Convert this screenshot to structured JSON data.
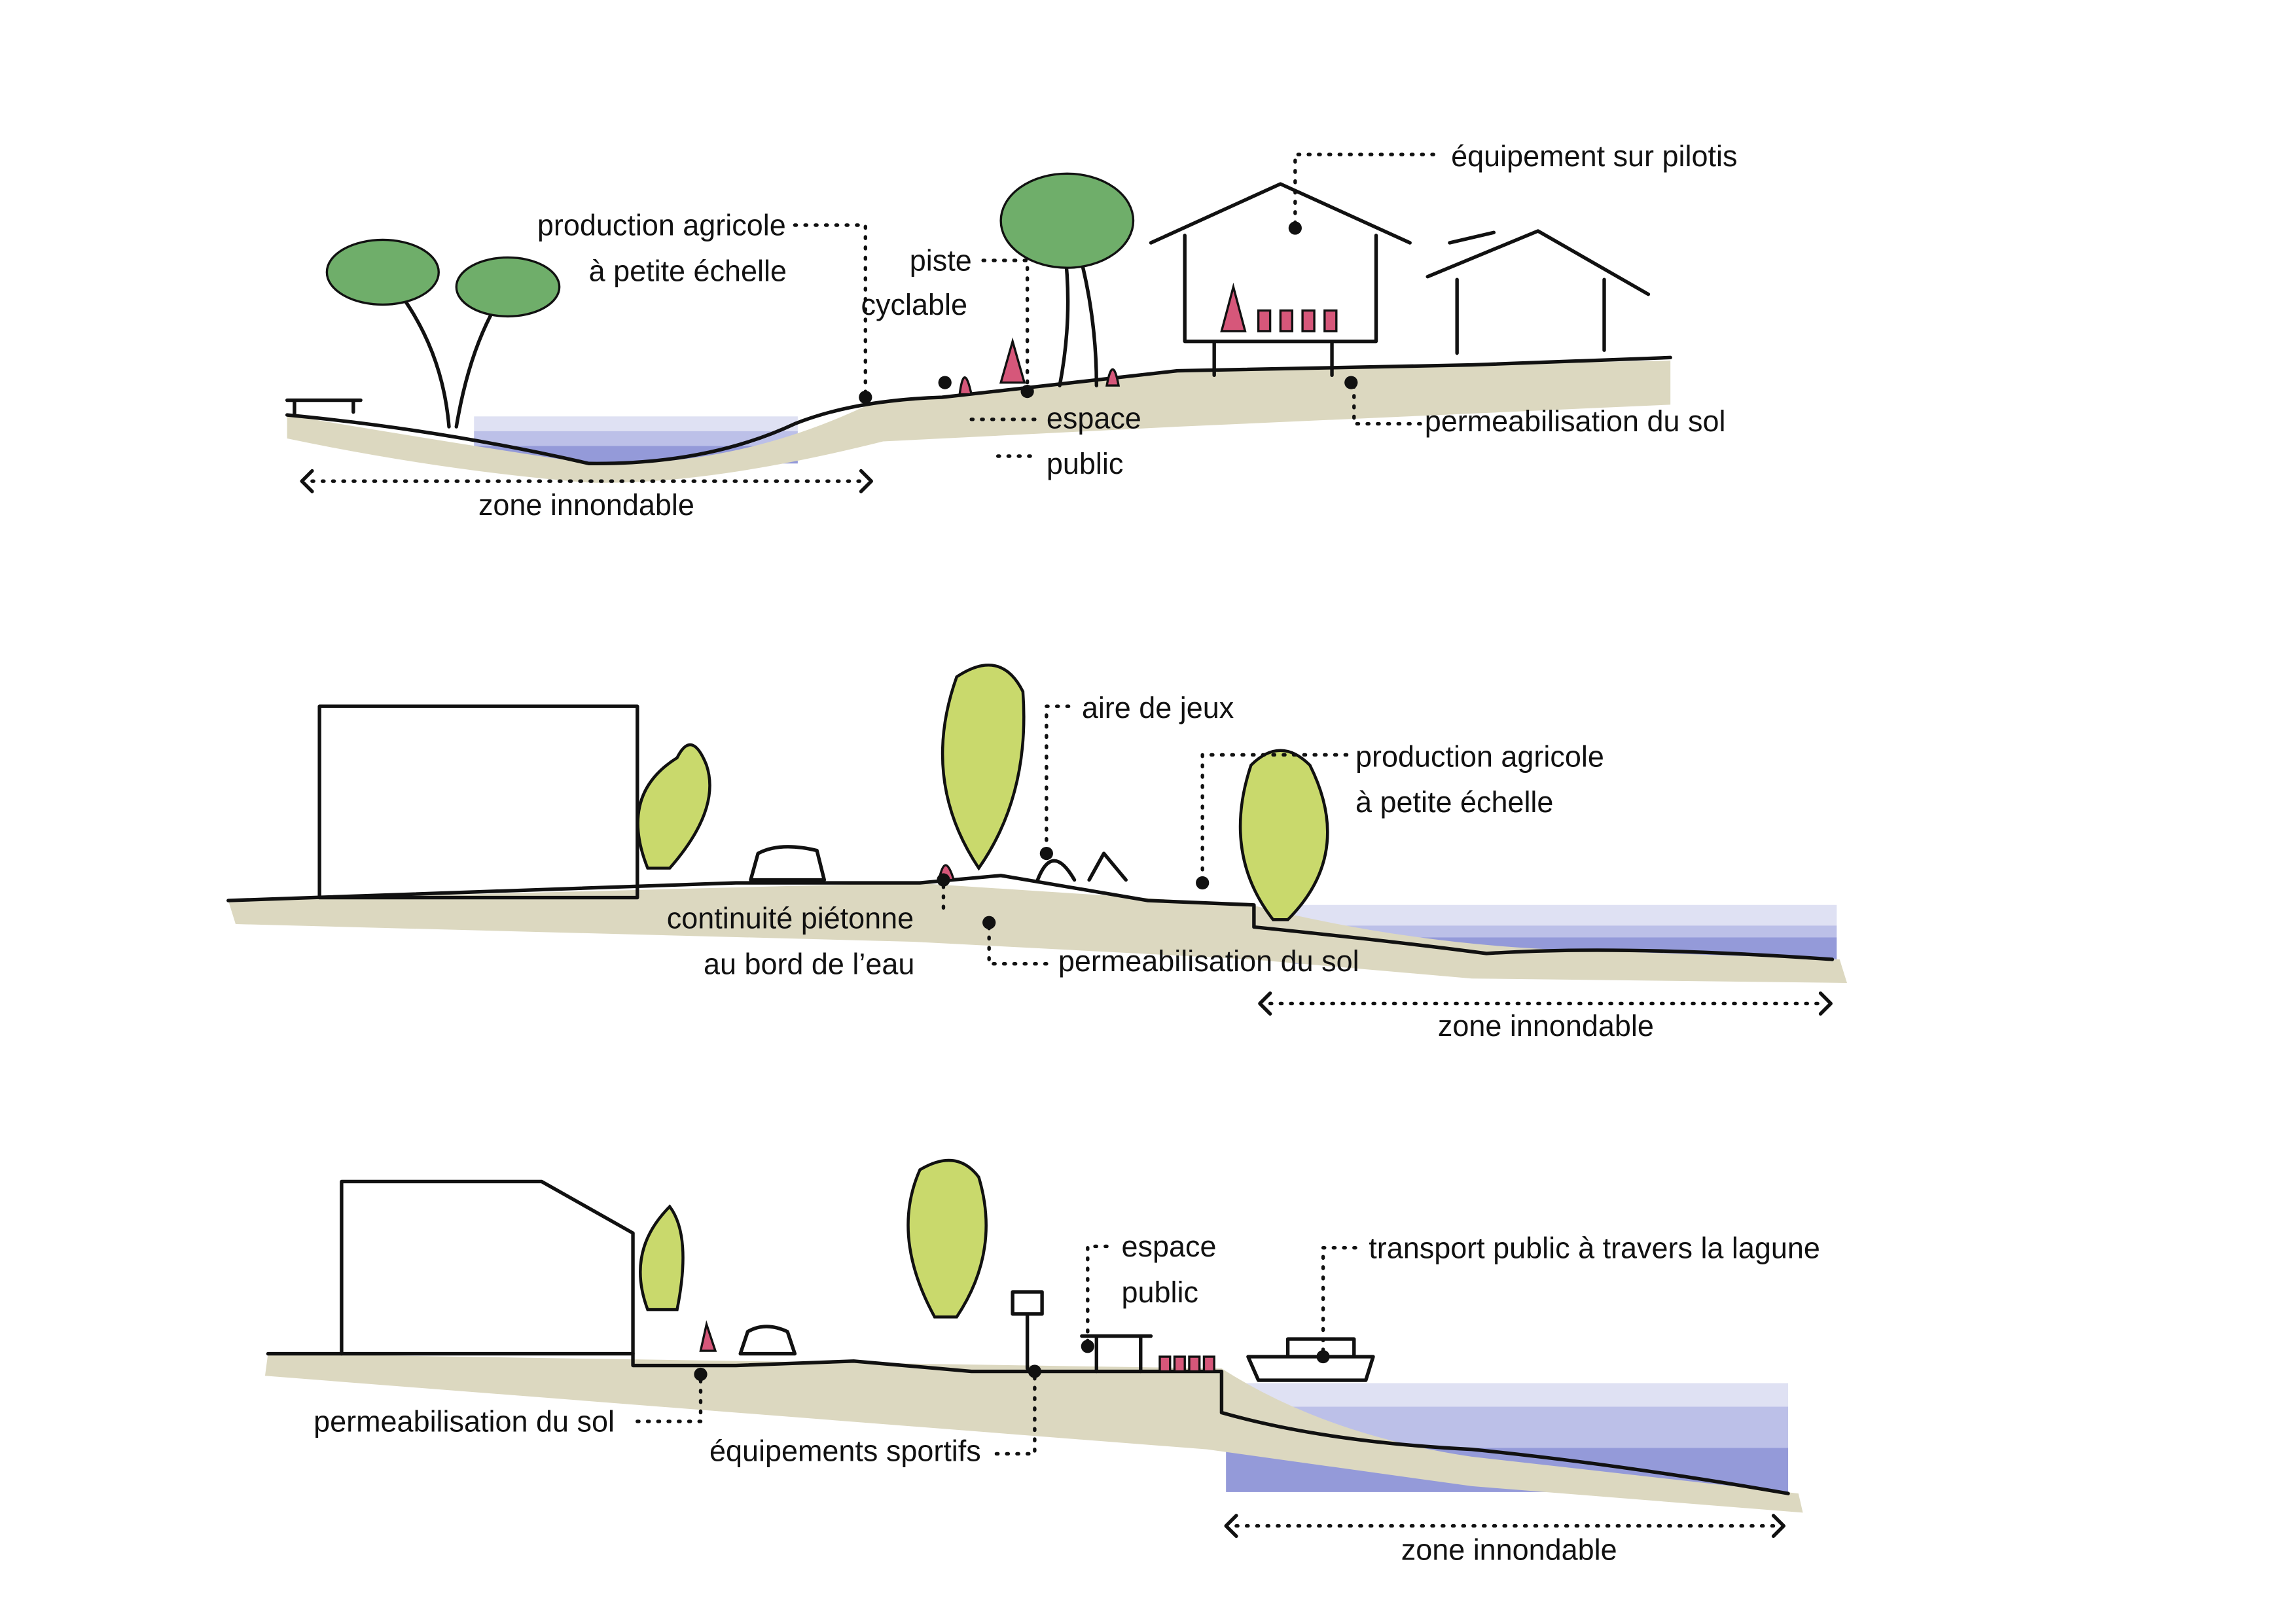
{
  "colors": {
    "ground": "#dcd8c0",
    "water_light": "#dfe1f3",
    "water_mid": "#bcc0e8",
    "water_deep": "#949ad9",
    "foliage": "#c9d96c",
    "palm": "#6fae6a",
    "accent": "#d6577a"
  },
  "section1": {
    "label_agri_1": "production agricole",
    "label_agri_2": "à petite échelle",
    "label_piste_1": "piste",
    "label_piste_2": "cyclable",
    "label_espace_1": "espace",
    "label_espace_2": "public",
    "label_pilotis": "équipement sur pilotis",
    "label_permea": "permeabilisation du sol",
    "label_zone": "zone innondable"
  },
  "section2": {
    "label_jeux": "aire de jeux",
    "label_agri_1": "production agricole",
    "label_agri_2": "à petite échelle",
    "label_pieton_1": "continuité piétonne",
    "label_pieton_2": "au bord de l’eau",
    "label_permea": "permeabilisation du sol",
    "label_zone": "zone innondable"
  },
  "section3": {
    "label_espace_1": "espace",
    "label_espace_2": "public",
    "label_transport": "transport public à travers la lagune",
    "label_permea": "permeabilisation du sol",
    "label_sport": "équipements sportifs",
    "label_zone": "zone innondable"
  }
}
